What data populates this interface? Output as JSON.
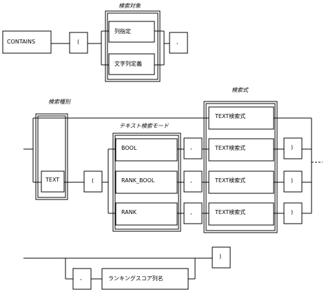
{
  "section1": {
    "caption": "検索対象",
    "contains": "CONTAINS",
    "lparen": "(",
    "column_spec": "列指定",
    "string_column_spec": "文字列定義",
    "comma": ","
  },
  "section2": {
    "caption_search_kind": "検索種別",
    "caption_text_mode": "テキスト検索モード",
    "caption_search_expr": "検索式",
    "text": "TEXT",
    "lparen": "(",
    "bool": "BOOL",
    "rank_bool": "RANK_BOOL",
    "rank": "RANK",
    "comma1": ",",
    "comma2": ",",
    "comma3": ",",
    "expr_top": "TEXT検索式",
    "expr1": "TEXT検索式",
    "expr2": "TEXT検索式",
    "expr3": "TEXT検索式",
    "rparen1": ")",
    "rparen2": ")",
    "rparen3": ")"
  },
  "section3": {
    "comma": ",",
    "ranking_score_column": "ランキングスコア列名",
    "rparen": ")"
  }
}
